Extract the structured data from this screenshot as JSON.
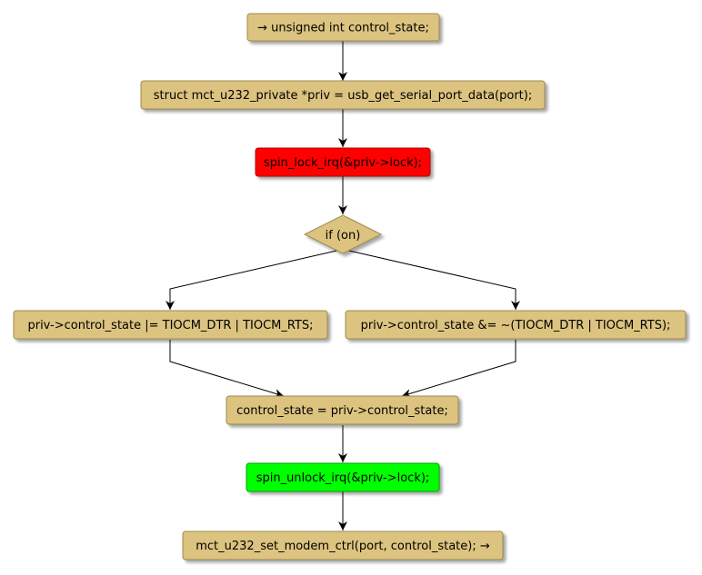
{
  "colors": {
    "box_fill": "#dcc37f",
    "box_stroke": "#9e8a4f",
    "lock_fill": "#ff0000",
    "unlock_fill": "#00ff00",
    "edge": "#000000"
  },
  "nodes": {
    "start": "→ unsigned int control_state;",
    "priv_decl": "struct mct_u232_private *priv = usb_get_serial_port_data(port);",
    "spin_lock": "spin_lock_irq(&priv->lock);",
    "decision": "if (on)",
    "set_branch": "priv->control_state |= TIOCM_DTR | TIOCM_RTS;",
    "clear_branch": "priv->control_state &= ~(TIOCM_DTR | TIOCM_RTS);",
    "assign": "control_state = priv->control_state;",
    "spin_unlock": "spin_unlock_irq(&priv->lock);",
    "end": "mct_u232_set_modem_ctrl(port, control_state); →"
  }
}
